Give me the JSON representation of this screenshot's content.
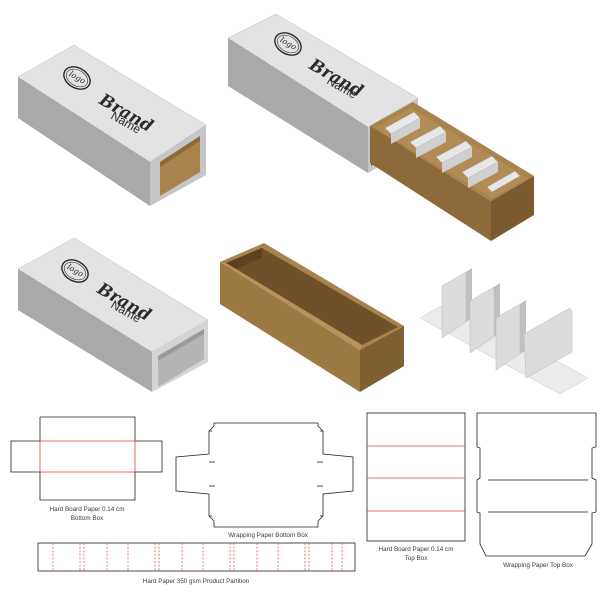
{
  "mockups": {
    "logo_text": "logo",
    "brand_text": "Brand",
    "name_text": "Name"
  },
  "dielines": [
    {
      "id": "bottom-box",
      "caption_lines": [
        "Hard Board Paper 0.14 cm",
        "Bottom Box"
      ]
    },
    {
      "id": "wrap-bottom",
      "caption_lines": [
        "Wrapping Paper Bottom Box"
      ]
    },
    {
      "id": "top-box",
      "caption_lines": [
        "Hard Board Paper 0.14 cm",
        "Top Box"
      ]
    },
    {
      "id": "wrap-top",
      "caption_lines": [
        "Wrapping Paper Top Box"
      ]
    },
    {
      "id": "partition",
      "caption_lines": [
        "Hard Paper 350 gsm   Product Partition"
      ]
    }
  ],
  "colors": {
    "sleeve_top": "#e3e3e3",
    "sleeve_front": "#a9a9a9",
    "sleeve_end": "#c8c8c8",
    "kraft_light": "#a9834e",
    "kraft_mid": "#8e6a3b",
    "kraft_dark": "#6e5128",
    "fold_line": "#e0403f",
    "cut_line": "#222222"
  }
}
